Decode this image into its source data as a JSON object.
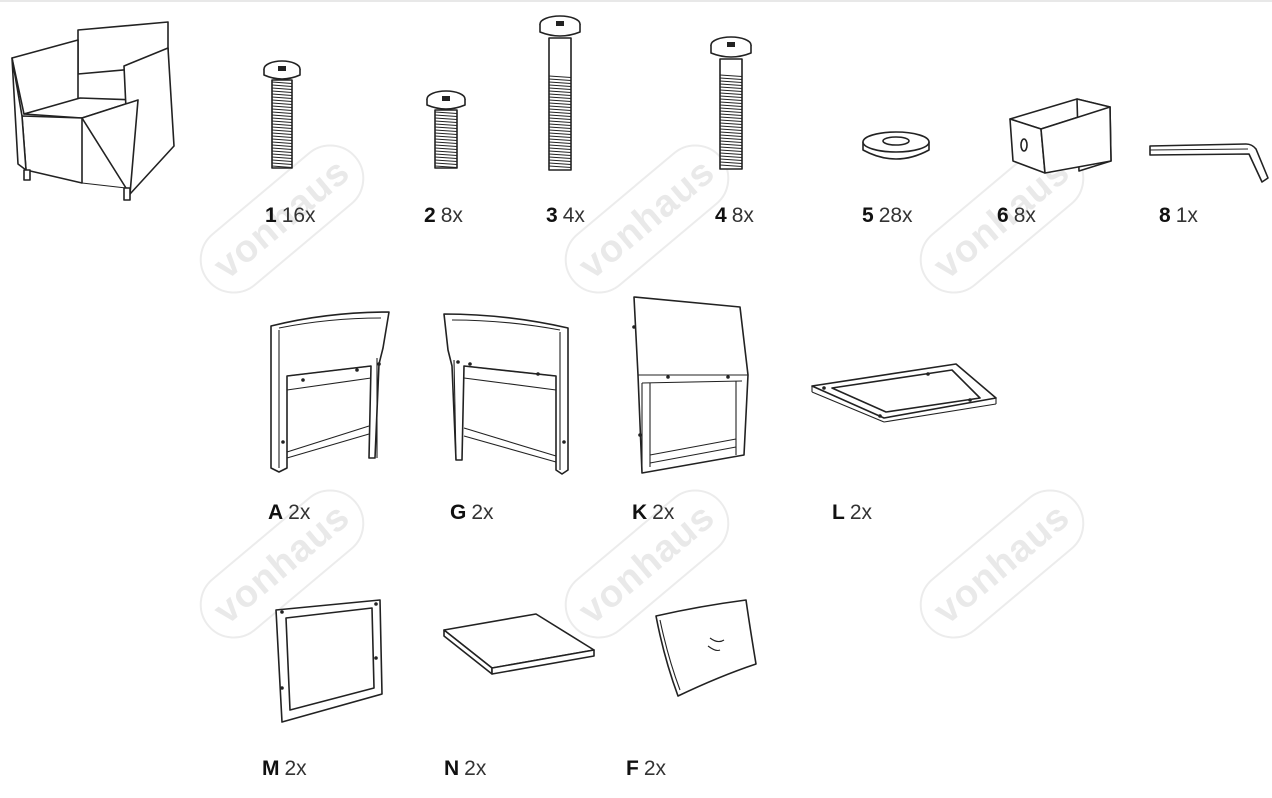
{
  "watermark": {
    "text": "vonhaus"
  },
  "hardware": [
    {
      "code": "1",
      "qty": "16x"
    },
    {
      "code": "2",
      "qty": "8x"
    },
    {
      "code": "3",
      "qty": "4x"
    },
    {
      "code": "4",
      "qty": "8x"
    },
    {
      "code": "5",
      "qty": "28x"
    },
    {
      "code": "6",
      "qty": "8x"
    },
    {
      "code": "8",
      "qty": "1x"
    }
  ],
  "panels": [
    {
      "code": "A",
      "qty": "2x"
    },
    {
      "code": "G",
      "qty": "2x"
    },
    {
      "code": "K",
      "qty": "2x"
    },
    {
      "code": "L",
      "qty": "2x"
    },
    {
      "code": "M",
      "qty": "2x"
    },
    {
      "code": "N",
      "qty": "2x"
    },
    {
      "code": "F",
      "qty": "2x"
    }
  ]
}
